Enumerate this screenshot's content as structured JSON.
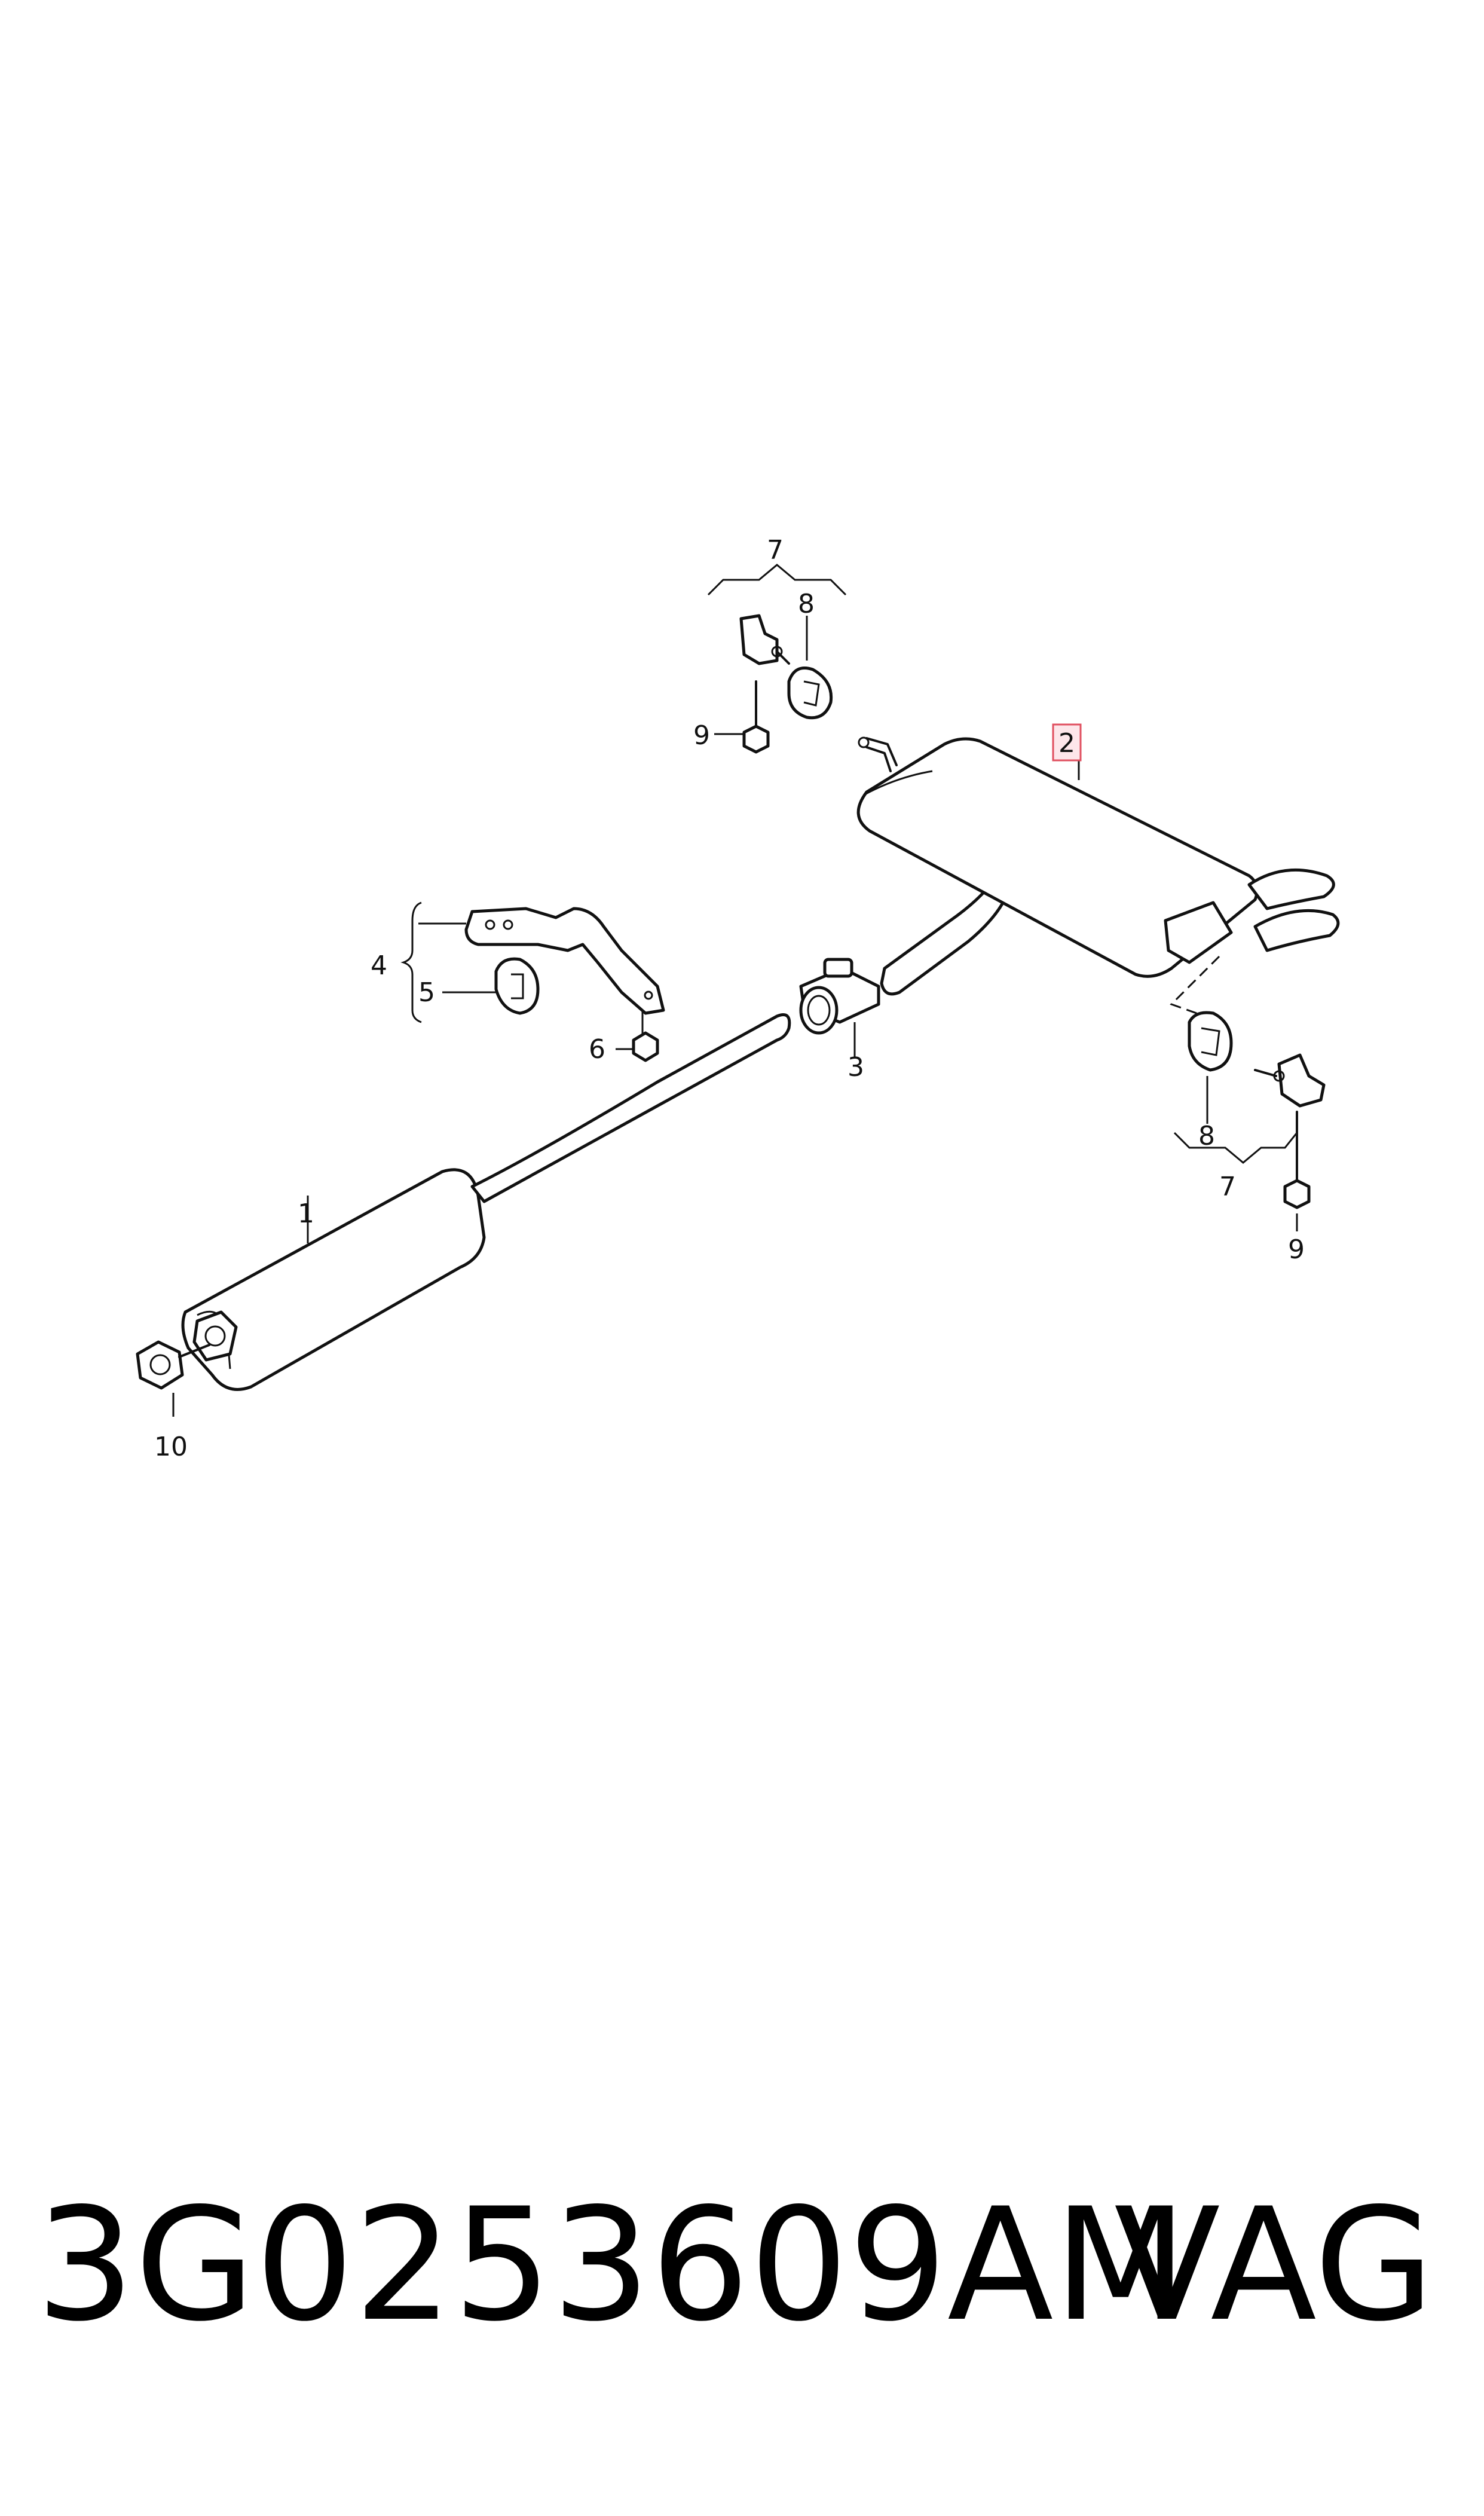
{
  "callouts": {
    "c1": "1",
    "c2": "2",
    "c3": "3",
    "c4": "4",
    "c5": "5",
    "c6": "6",
    "c7a": "7",
    "c7b": "7",
    "c8a": "8",
    "c8b": "8",
    "c9a": "9",
    "c9b": "9",
    "c10": "10"
  },
  "highlight_color": "#e05060",
  "footer": {
    "part_number": "3G0253609AM",
    "brand": "VAG"
  }
}
